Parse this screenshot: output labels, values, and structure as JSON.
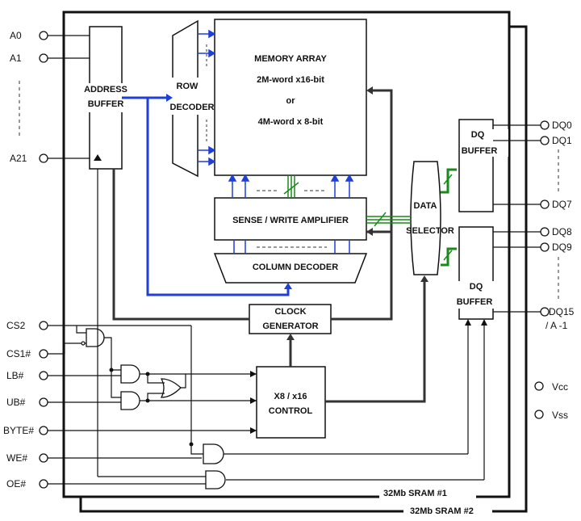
{
  "pins_left": {
    "a0": "A0",
    "a1": "A1",
    "a21": "A21",
    "cs2": "CS2",
    "cs1": "CS1#",
    "lb": "LB#",
    "ub": "UB#",
    "byte": "BYTE#",
    "we": "WE#",
    "oe": "OE#"
  },
  "pins_right": {
    "dq0": "DQ0",
    "dq1": "DQ1",
    "dq7": "DQ7",
    "dq8": "DQ8",
    "dq9": "DQ9",
    "dq15": "DQ15",
    "dq15_alt": "/ A -1",
    "vcc": "Vcc",
    "vss": "Vss"
  },
  "blocks": {
    "address_buffer": [
      "ADDRESS",
      "BUFFER"
    ],
    "row_decoder": [
      "ROW",
      "DECODER"
    ],
    "memory_array": [
      "MEMORY ARRAY",
      "2M-word x16-bit",
      "or",
      "4M-word x 8-bit"
    ],
    "sense_write_amp": "SENSE / WRITE AMPLIFIER",
    "column_decoder": "COLUMN DECODER",
    "clock_generator": [
      "CLOCK",
      "GENERATOR"
    ],
    "control": [
      "X8 / x16",
      "CONTROL"
    ],
    "data_selector": [
      "DATA",
      "SELECTOR"
    ],
    "dq_buffer_top": [
      "DQ",
      "BUFFER"
    ],
    "dq_buffer_bottom": [
      "DQ",
      "BUFFER"
    ]
  },
  "chips": {
    "chip1": "32Mb SRAM #1",
    "chip2": "32Mb SRAM #2"
  },
  "colors": {
    "line": "#333333",
    "address_bus": "#1f3fd6",
    "data_bus": "#1a8a1a"
  }
}
